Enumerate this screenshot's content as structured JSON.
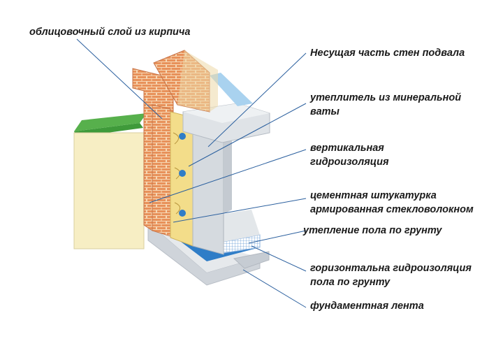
{
  "labels": {
    "brick_facing": "облицовочный слой из кирпича",
    "bearing_wall": "Несущая часть стен подвала",
    "insulation_line1": "утеплитель из минеральной",
    "insulation_line2": "ваты",
    "vertical_wp_line1": "вертикальная",
    "vertical_wp_line2": "гидроизоляция",
    "plaster_line1": "цементная штукатурка",
    "plaster_line2": "армированная стекловолокном",
    "floor_insulation": "утепление пола по грунту",
    "horizontal_wp_line1": "горизонтальна гидроизоляция",
    "horizontal_wp_line2": "пола по грунту",
    "foundation": "фундаментная лента"
  },
  "colors": {
    "brick": "#e8915a",
    "mortar": "#f6d7b4",
    "insulation": "#f3dd8a",
    "waterproofing": "#2f7dc7",
    "concrete": "#d9dde2",
    "soil_top": "#3f9a3a",
    "soil": "#f7eec4",
    "leader": "#2a5f9e"
  }
}
